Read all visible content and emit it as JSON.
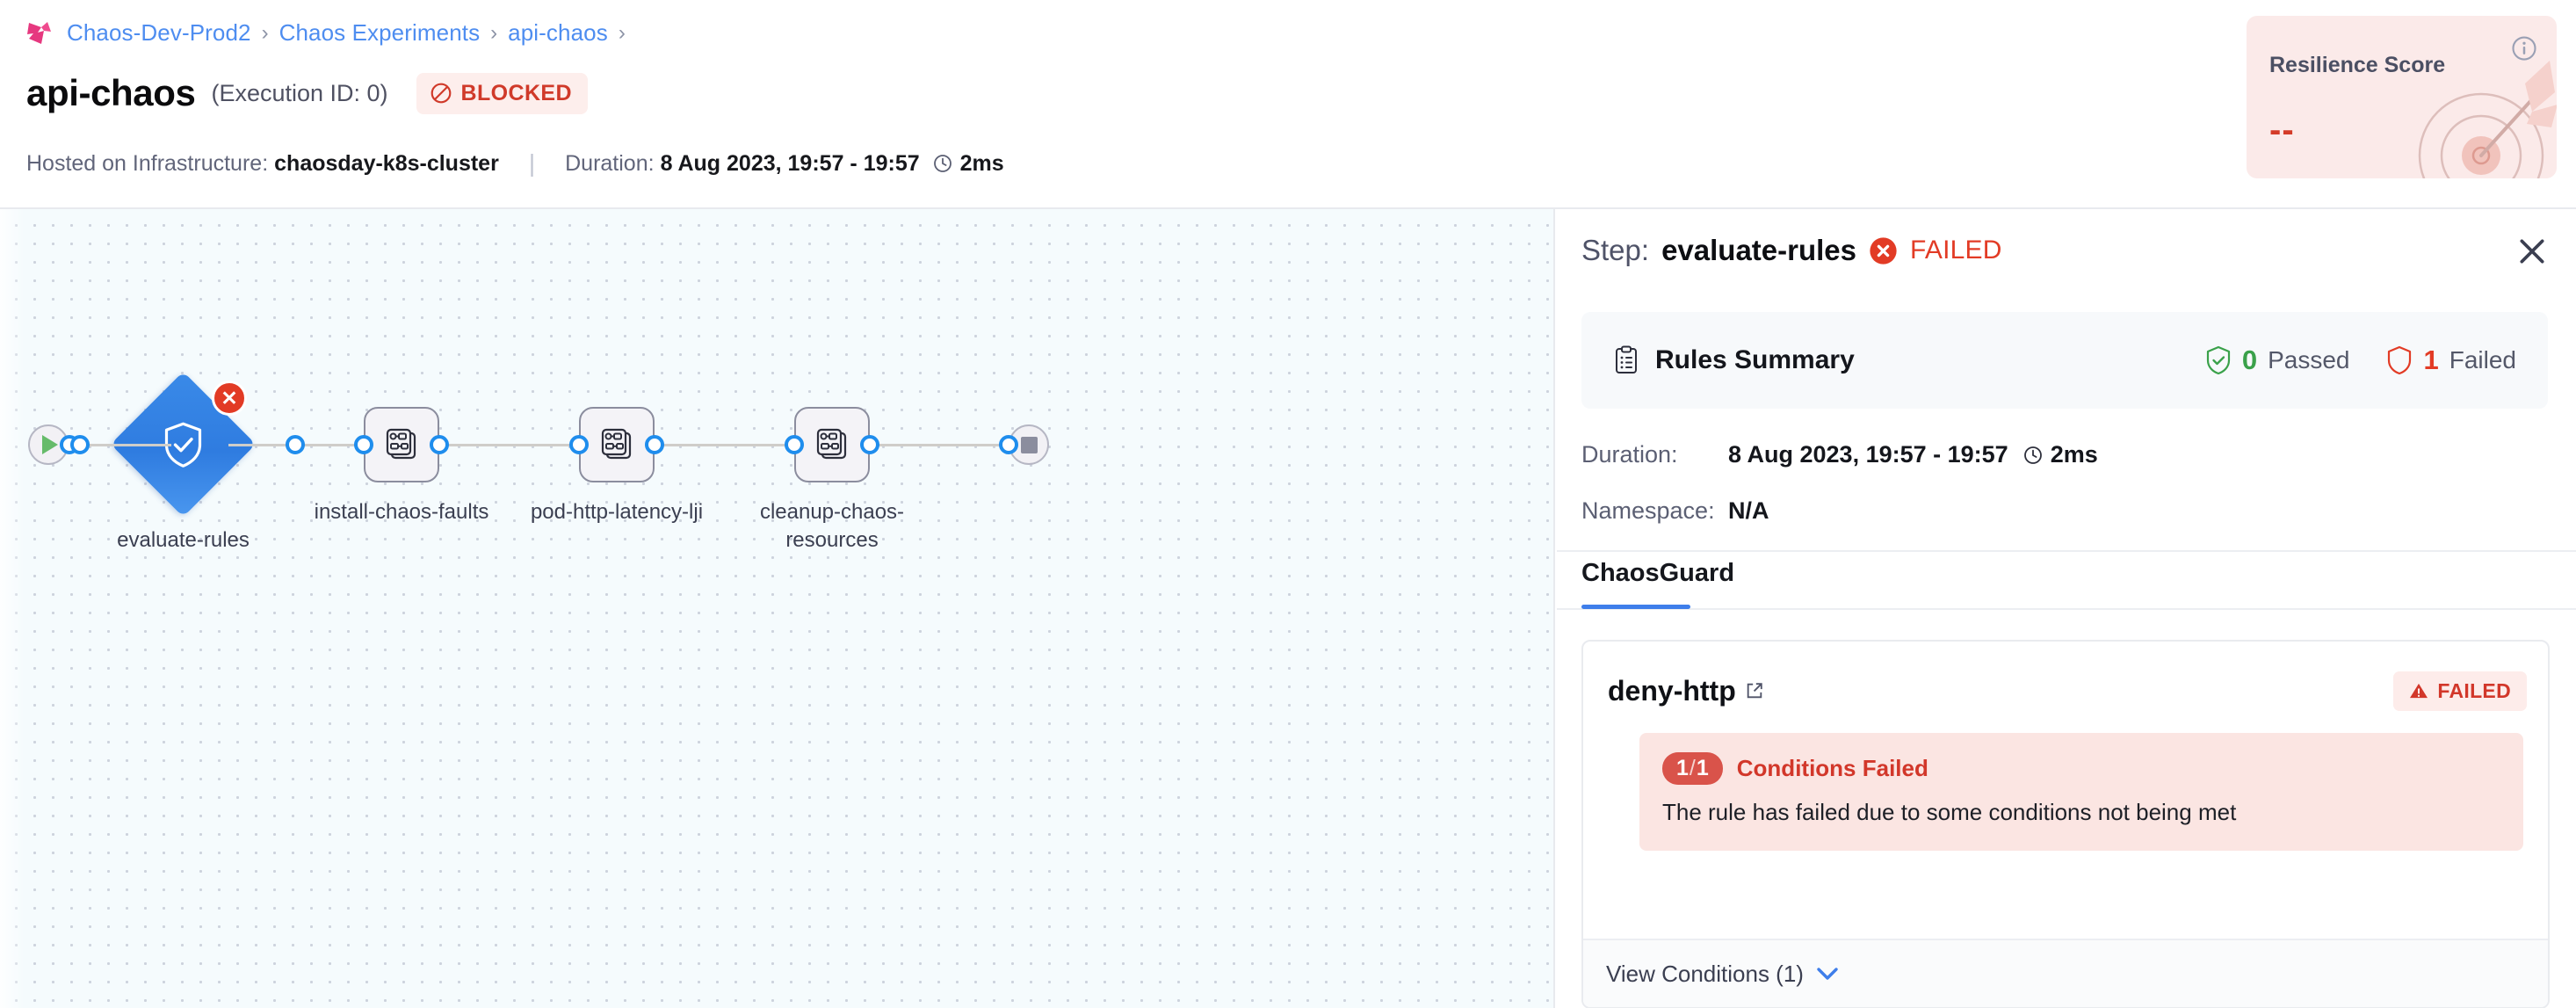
{
  "breadcrumb": {
    "logo_icon": "harness-logo-icon",
    "items": [
      {
        "label": "Chaos-Dev-Prod2"
      },
      {
        "label": "Chaos Experiments"
      },
      {
        "label": "api-chaos"
      }
    ],
    "separator": "›"
  },
  "header": {
    "title": "api-chaos",
    "execution_id": "(Execution ID: 0)",
    "status_badge": {
      "label": "BLOCKED",
      "icon": "ban-icon",
      "color": "#d03a2a",
      "bg": "#fdeeec"
    },
    "infra_label": "Hosted on Infrastructure:",
    "infra_value": "chaosday-k8s-cluster",
    "divider": "|",
    "duration_label": "Duration:",
    "duration_value": "8 Aug 2023, 19:57 - 19:57",
    "duration_clock_icon": "clock-icon",
    "duration_elapsed": "2ms"
  },
  "resilience_card": {
    "title": "Resilience Score",
    "value": "--",
    "info_icon": "info-circle-icon",
    "art_icon": "target-dart-icon",
    "bg": "#fbeae9",
    "value_color": "#d43b28"
  },
  "canvas": {
    "start_node": {
      "name": "start-node",
      "icon": "play-icon"
    },
    "end_node": {
      "name": "end-node",
      "icon": "stop-icon"
    },
    "nodes": [
      {
        "label": "evaluate-rules",
        "shape": "diamond",
        "icon": "shield-check-icon",
        "status": "failed",
        "badge": "✕"
      },
      {
        "label": "install-chaos-faults",
        "shape": "square",
        "icon": "chaos-fault-icon",
        "status": "none"
      },
      {
        "label": "pod-http-latency-lji",
        "shape": "square",
        "icon": "chaos-fault-icon",
        "status": "none"
      },
      {
        "label": "cleanup-chaos-resources",
        "shape": "square",
        "icon": "chaos-fault-icon",
        "status": "none"
      }
    ]
  },
  "panel": {
    "step_prefix": "Step:",
    "step_name": "evaluate-rules",
    "step_status": "FAILED",
    "step_status_icon": "x-circle-icon",
    "close_icon": "close-icon",
    "rules_summary": {
      "icon": "clipboard-list-icon",
      "title": "Rules Summary",
      "passed_count": "0",
      "passed_label": "Passed",
      "passed_icon": "shield-check-green-icon",
      "failed_count": "1",
      "failed_label": "Failed",
      "failed_icon": "shield-red-icon"
    },
    "details": [
      {
        "key": "Duration:",
        "value": "8 Aug 2023, 19:57 - 19:57",
        "icon": "clock-icon",
        "extra": "2ms"
      },
      {
        "key": "Namespace:",
        "value": "N/A"
      }
    ],
    "tabs": [
      {
        "label": "ChaosGuard",
        "active": true
      }
    ],
    "rule": {
      "name": "deny-http",
      "external_link_icon": "external-link-icon",
      "badge_label": "FAILED",
      "badge_icon": "warning-triangle-icon",
      "condition_pill_num": "1",
      "condition_pill_slash": "/",
      "condition_pill_den": "1",
      "condition_title": "Conditions Failed",
      "condition_text": "The rule has failed due to some conditions not being met",
      "view_conditions_label": "View Conditions (1)",
      "chevron_icon": "chevron-down-icon"
    }
  },
  "colors": {
    "accent_blue": "#3e7eea",
    "link_blue": "#4e8df0",
    "danger_red": "#e23b25",
    "success_green": "#3aa14a",
    "node_blue": "#2f7ce0"
  }
}
